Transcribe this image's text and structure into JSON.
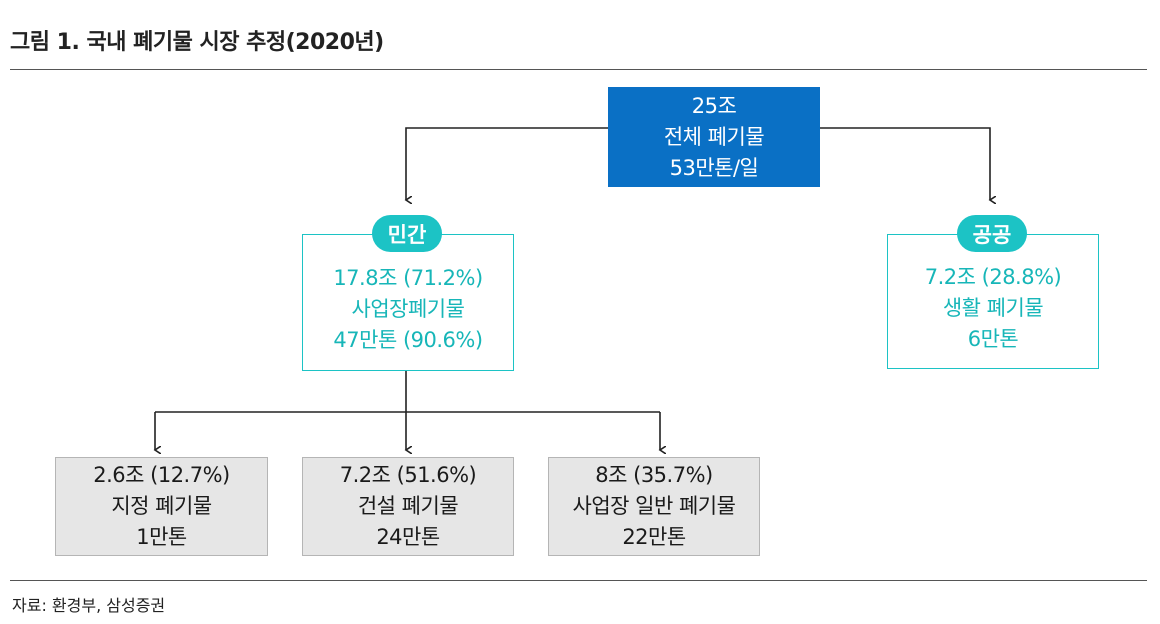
{
  "title": "그림 1. 국내 폐기물 시장 추정(2020년)",
  "root": {
    "lines": [
      "25조",
      "전체 폐기물",
      "53만톤/일"
    ]
  },
  "private": {
    "label": "민간",
    "lines": [
      "17.8조 (71.2%)",
      "사업장폐기물",
      "47만톤 (90.6%)"
    ]
  },
  "public": {
    "label": "공공",
    "lines": [
      "7.2조 (28.8%)",
      "생활 폐기물",
      "6만톤"
    ]
  },
  "leaves": [
    {
      "lines": [
        "2.6조 (12.7%)",
        "지정 폐기물",
        "1만톤"
      ]
    },
    {
      "lines": [
        "7.2조 (51.6%)",
        "건설 폐기물",
        "24만톤"
      ]
    },
    {
      "lines": [
        "8조 (35.7%)",
        "사업장 일반 폐기물",
        "22만톤"
      ]
    }
  ],
  "source": "자료: 환경부, 삼성증권",
  "colors": {
    "root_fill": "#0a70c5",
    "teal": "#1cc3c5",
    "leaf_fill": "#e6e6e6",
    "connector": "#222222"
  }
}
